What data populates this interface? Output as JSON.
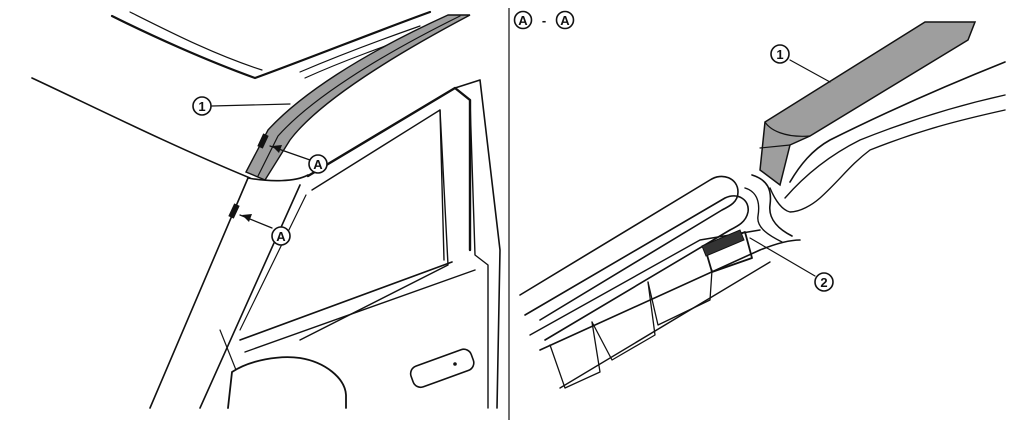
{
  "section_title": {
    "left": "A",
    "separator": "-",
    "right": "A"
  },
  "callouts": {
    "part1_left": "1",
    "part1_right": "1",
    "part2_right": "2",
    "section_a_upper": "A",
    "section_a_lower": "A"
  },
  "colors": {
    "line": "#111111",
    "molding_fill": "#9e9e9e",
    "background": "#ffffff"
  }
}
